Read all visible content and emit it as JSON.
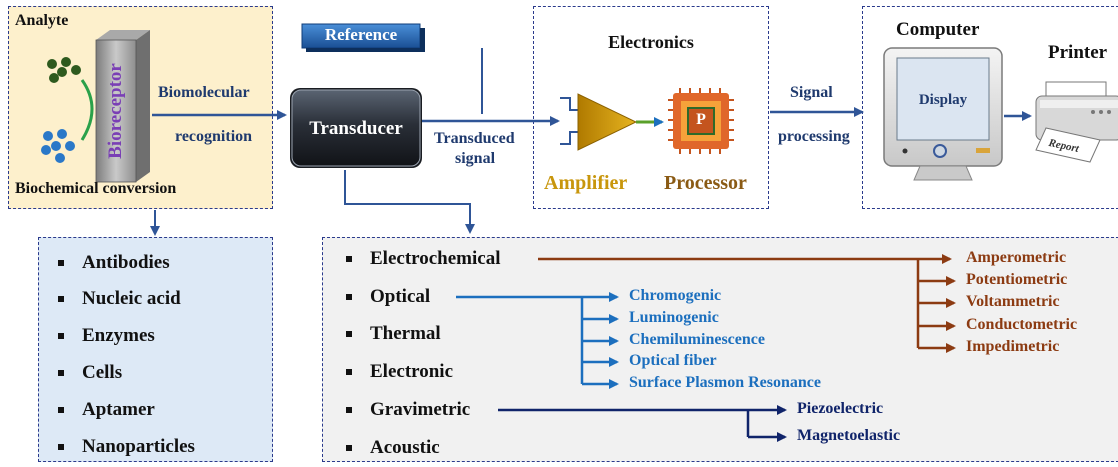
{
  "analyte_panel": {
    "analyte_label": "Analyte",
    "bioreceptor_label": "Bioreceptor",
    "conversion_label": "Biochemical conversion"
  },
  "recognition": {
    "line1": "Biomolecular",
    "line2": "recognition"
  },
  "reference_label": "Reference",
  "transducer_label": "Transducer",
  "transduced": {
    "line1": "Transduced",
    "line2": "signal"
  },
  "electronics": {
    "title": "Electronics",
    "amplifier_label": "Amplifier",
    "processor_label": "Processor",
    "chip_letter": "P"
  },
  "signal_processing": {
    "line1": "Signal",
    "line2": "processing"
  },
  "computer": {
    "title": "Computer",
    "display_label": "Display"
  },
  "printer": {
    "title": "Printer",
    "report_label": "Report"
  },
  "bioreceptor_types": [
    "Antibodies",
    "Nucleic acid",
    "Enzymes",
    "Cells",
    "Aptamer",
    "Nanoparticles"
  ],
  "transducer_types": [
    "Electrochemical",
    "Optical",
    "Thermal",
    "Electronic",
    "Gravimetric",
    "Acoustic"
  ],
  "electrochemical_subtypes": [
    "Amperometric",
    "Potentiometric",
    "Voltammetric",
    "Conductometric",
    "Impedimetric"
  ],
  "optical_subtypes": [
    "Chromogenic",
    "Luminogenic",
    "Chemiluminescence",
    "Optical fiber",
    "Surface Plasmon Resonance"
  ],
  "gravimetric_subtypes": [
    "Piezoelectric",
    "Magnetoelastic"
  ],
  "colors": {
    "analyte_bg": "#fdf0cc",
    "bioreceptor_list_bg": "#dde9f6",
    "transducer_list_bg": "#f1f1f1",
    "dashed_border": "#2a3a8c",
    "navy_text": "#1f3a6e",
    "bioreceptor_text": "#7a3fb5",
    "amplifier_gold": "#c8960c",
    "processor_brown": "#8a5a14",
    "optical_blue": "#1c6fbe",
    "electrochemical_brown": "#8c3b12",
    "gravimetric_navy": "#10246a"
  }
}
